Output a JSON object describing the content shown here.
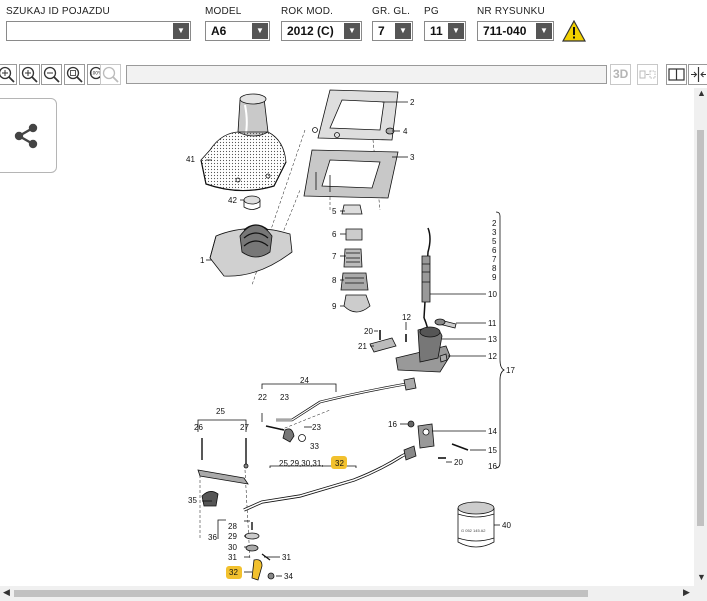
{
  "filters": {
    "vehicle_id": {
      "label": "SZUKAJ ID POJAZDU",
      "value": ""
    },
    "model": {
      "label": "MODEL",
      "value": "A6"
    },
    "year": {
      "label": "ROK MOD.",
      "value": "2012 (C)"
    },
    "group": {
      "label": "GR. GL.",
      "value": "7"
    },
    "subgroup": {
      "label": "PG",
      "value": "11"
    },
    "drawing": {
      "label": "NR RYSUNKU",
      "value": "711-040"
    }
  },
  "toolbar": {
    "view_3d": "3D"
  },
  "diagram": {
    "callouts": {
      "c1": "1",
      "c2": "2",
      "c3": "3",
      "c4": "4",
      "c5": "5",
      "c6": "6",
      "c7": "7",
      "c8": "8",
      "c9": "9",
      "c10": "10",
      "c11": "11",
      "c12a": "12",
      "c12b": "12",
      "c13": "13",
      "c14": "14",
      "c15": "15",
      "c16a": "16",
      "c16b": "16",
      "c17": "17",
      "c20a": "20",
      "c20b": "20",
      "c21": "21",
      "c22": "22",
      "c23a": "23",
      "c23b": "23",
      "c24": "24",
      "c25": "25",
      "c26": "26",
      "c27": "27",
      "c28": "28",
      "c29": "29",
      "c30": "30",
      "c31a": "31",
      "c31b": "31",
      "c32a": "32",
      "c32b": "32",
      "c33": "33",
      "c34": "34",
      "c35": "35",
      "c36": "36",
      "c40": "40",
      "c41": "41",
      "c42": "42"
    },
    "bracket_list": [
      "2",
      "3",
      "5",
      "6",
      "7",
      "8",
      "9"
    ],
    "group_33": "25,29,30,31,",
    "oil_can_text": "G 052 145 A2"
  },
  "colors": {
    "highlight": "#f2c12e",
    "arrow_bg": "#555555",
    "warn": "#f2d100"
  }
}
